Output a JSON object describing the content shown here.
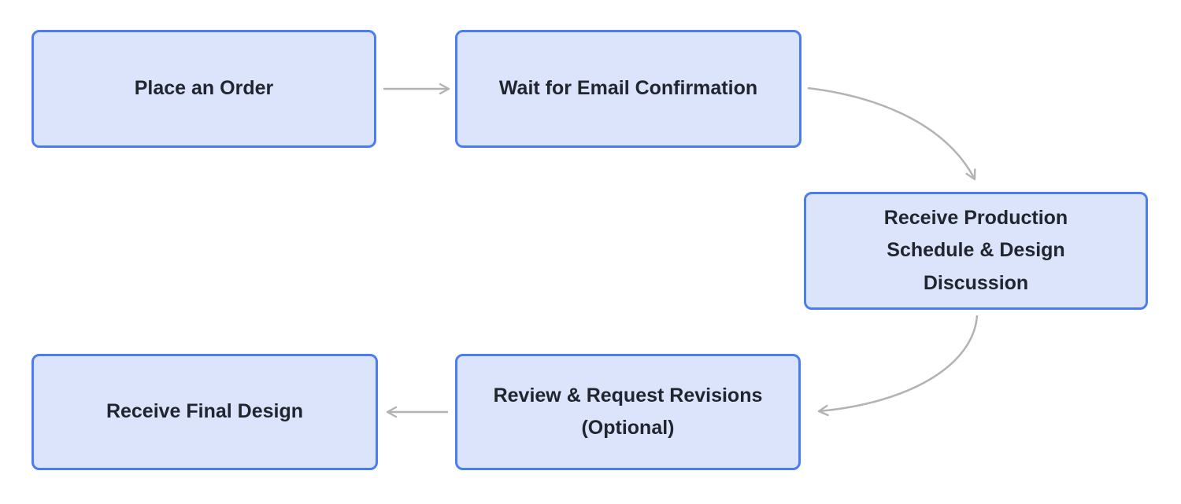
{
  "diagram": {
    "type": "flowchart",
    "colors": {
      "bg": "#ffffff",
      "node_fill": "#dce4fb",
      "node_border": "#4a7df2",
      "text_color": "#20252e",
      "arrow_color": "#b3b3b3"
    },
    "nodes": [
      {
        "id": "place-order",
        "label": "Place an Order"
      },
      {
        "id": "wait-email-confirmation",
        "label": "Wait for Email Confirmation"
      },
      {
        "id": "production-schedule",
        "label": "Receive Production\nSchedule & Design\nDiscussion"
      },
      {
        "id": "review-revisions",
        "label": "Review & Request Revisions\n(Optional)"
      },
      {
        "id": "final-design",
        "label": "Receive Final Design"
      }
    ],
    "edges": [
      {
        "from": "place-order",
        "to": "wait-email-confirmation"
      },
      {
        "from": "wait-email-confirmation",
        "to": "production-schedule"
      },
      {
        "from": "production-schedule",
        "to": "review-revisions"
      },
      {
        "from": "review-revisions",
        "to": "final-design"
      }
    ]
  }
}
